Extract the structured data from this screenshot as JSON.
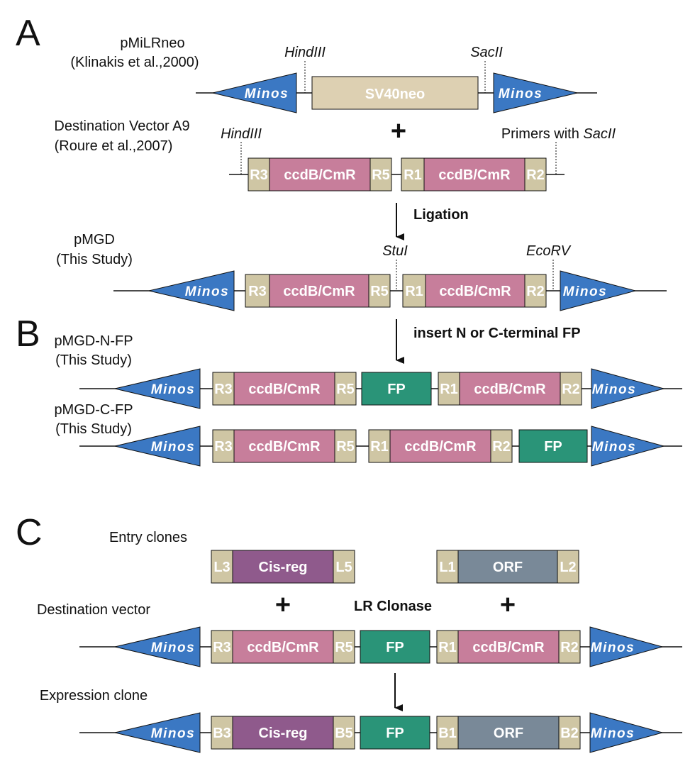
{
  "colors": {
    "minos": "#3b78c3",
    "att_site": "#cfc6a4",
    "ccdb": "#c77e9b",
    "fp": "#2a9478",
    "sv40neo": "#ddd0b2",
    "cis_reg": "#8f5a8c",
    "orf": "#798998"
  },
  "panels": {
    "a": "A",
    "b": "B",
    "c": "C"
  },
  "a": {
    "plasmid1": {
      "name": "pMiLRneo",
      "ref": "(Klinakis et al.,2000)"
    },
    "hindiii_top": "HindIII",
    "sacii_top": "SacII",
    "sv40neo": "SV40neo",
    "plus": "+",
    "dest": {
      "name": "Destination Vector A9",
      "ref": "(Roure et al.,2007)"
    },
    "hindiii_mid": "HindIII",
    "primers_prefix": "Primers with ",
    "primers_site": "SacII",
    "ligation": "Ligation",
    "pmgd": {
      "name": "pMGD",
      "ref": "(This Study)"
    },
    "stui": "StuI",
    "ecorv": "EcoRV"
  },
  "b": {
    "insert": "insert N or C-terminal FP",
    "nfp": {
      "name": "pMGD-N-FP",
      "ref": "(This Study)"
    },
    "cfp": {
      "name": "pMGD-C-FP",
      "ref": "(This Study)"
    }
  },
  "c": {
    "entry_clones": "Entry clones",
    "dest_vector": "Destination vector",
    "lr_clonase": "LR Clonase",
    "plus_left": "+",
    "plus_right": "+",
    "expression_clone": "Expression clone"
  },
  "seg": {
    "minos": "Minos",
    "ccdb": "ccdB/CmR",
    "fp": "FP",
    "cis_reg": "Cis-reg",
    "orf": "ORF",
    "r1": "R1",
    "r2": "R2",
    "r3": "R3",
    "r5": "R5",
    "l1": "L1",
    "l2": "L2",
    "l3": "L3",
    "l5": "L5",
    "b1": "B1",
    "b2": "B2",
    "b3": "B3",
    "b5": "B5"
  }
}
